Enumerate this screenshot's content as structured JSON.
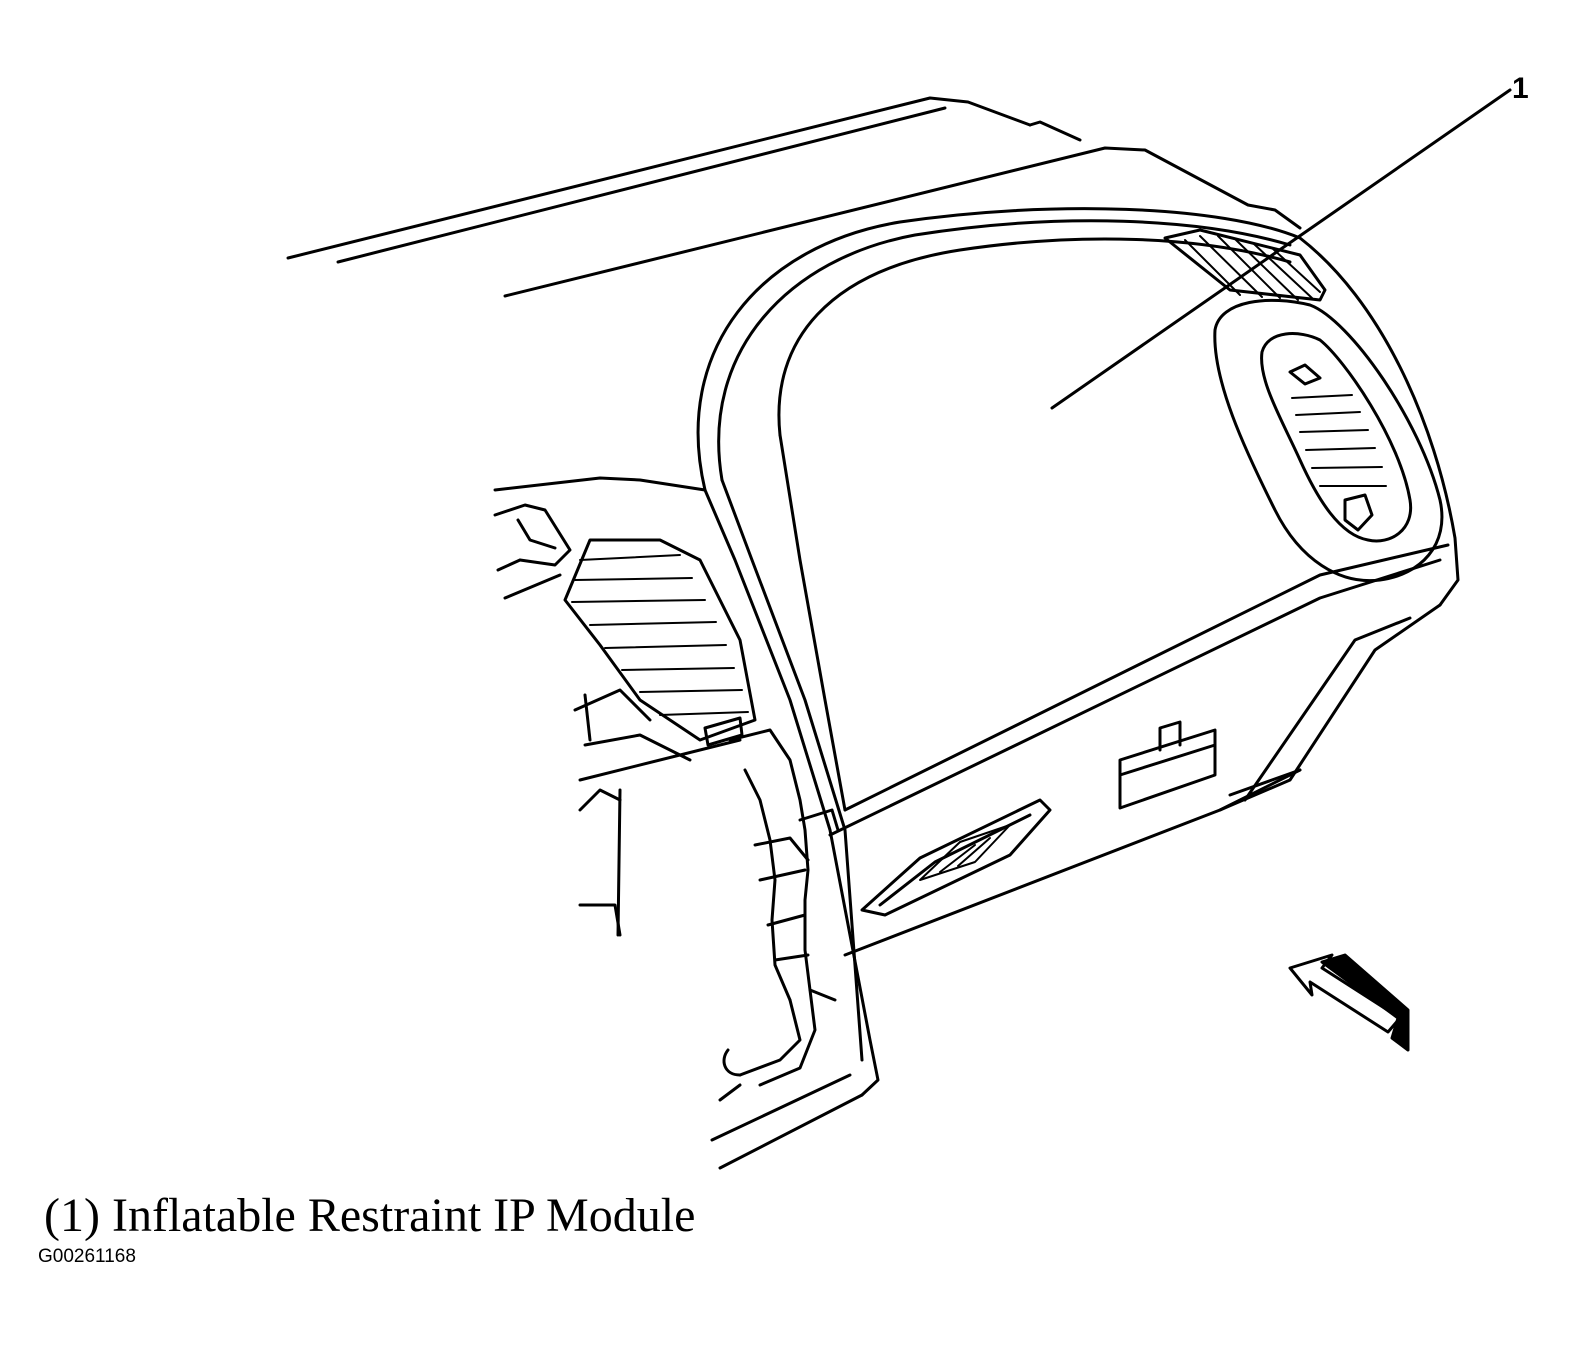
{
  "diagram": {
    "callout_number": "1",
    "caption": "(1) Inflatable Restraint IP Module",
    "figure_id": "G00261168"
  },
  "colors": {
    "line": "#000000",
    "background": "#ffffff"
  }
}
